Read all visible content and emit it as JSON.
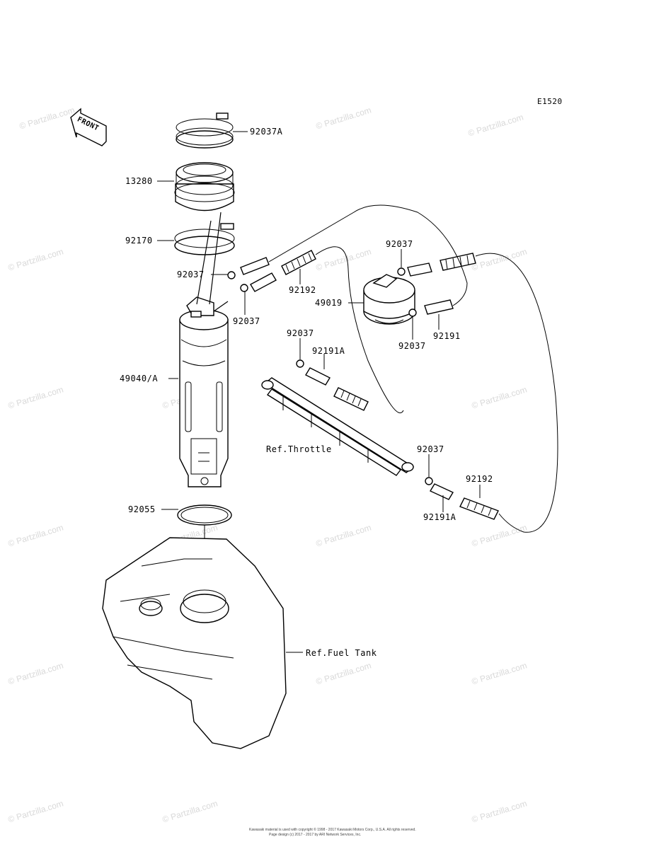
{
  "diagram_code": "E1520",
  "front_label": "FRONT",
  "watermark": "© Partzilla.com",
  "parts": {
    "p92037A": "92037A",
    "p13280": "13280",
    "p92170": "92170",
    "p92037_a": "92037",
    "p92037_b": "92037",
    "p92192_a": "92192",
    "p49019": "49019",
    "p92037_c": "92037",
    "p92037_d": "92037",
    "p92191": "92191",
    "p92037_e": "92037",
    "p92191A_a": "92191A",
    "p49040A": "49040/A",
    "ref_throttle": "Ref.Throttle",
    "p92037_f": "92037",
    "p92192_b": "92192",
    "p92191A_b": "92191A",
    "p92055": "92055",
    "ref_fuel_tank": "Ref.Fuel Tank"
  },
  "footer_line1": "Kawasaki material is used with copyright © 1998 - 2017 Kawasaki Motors Corp., U.S.A. All rights reserved.",
  "footer_line2": "Page design (c) 2017 - 2017 by ARI Network Services, Inc."
}
